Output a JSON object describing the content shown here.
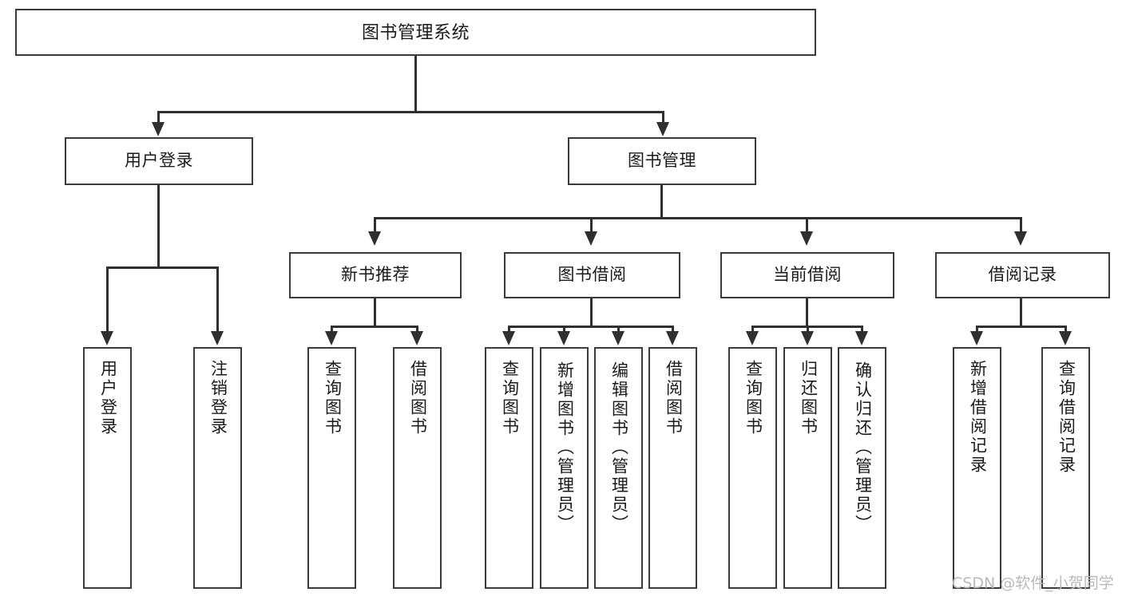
{
  "diagram": {
    "title": "图书管理系统",
    "type": "tree",
    "root": {
      "id": "root",
      "label": "图书管理系统"
    },
    "level1": [
      {
        "id": "user-login",
        "label": "用户登录"
      },
      {
        "id": "book-manage",
        "label": "图书管理"
      }
    ],
    "level2": [
      {
        "id": "new-book-recommend",
        "label": "新书推荐",
        "parent": "book-manage"
      },
      {
        "id": "book-borrow",
        "label": "图书借阅",
        "parent": "book-manage"
      },
      {
        "id": "current-borrow",
        "label": "当前借阅",
        "parent": "book-manage"
      },
      {
        "id": "borrow-record",
        "label": "借阅记录",
        "parent": "book-manage"
      }
    ],
    "leaves": {
      "user_login": [
        {
          "id": "leaf-user-login",
          "label": "用户登录"
        },
        {
          "id": "leaf-user-logout",
          "label": "注销登录"
        }
      ],
      "new_book_recommend": [
        {
          "id": "leaf-query-book-1",
          "label": "查询图书"
        },
        {
          "id": "leaf-borrow-book-1",
          "label": "借阅图书"
        }
      ],
      "book_borrow": [
        {
          "id": "leaf-query-book-2",
          "label": "查询图书"
        },
        {
          "id": "leaf-add-book",
          "label": "新增图书（管理员）"
        },
        {
          "id": "leaf-edit-book",
          "label": "编辑图书（管理员）"
        },
        {
          "id": "leaf-borrow-book-2",
          "label": "借阅图书"
        }
      ],
      "current_borrow": [
        {
          "id": "leaf-query-book-3",
          "label": "查询图书"
        },
        {
          "id": "leaf-return-book",
          "label": "归还图书"
        },
        {
          "id": "leaf-confirm-return",
          "label": "确认归还（管理员）"
        }
      ],
      "borrow_record": [
        {
          "id": "leaf-add-record",
          "label": "新增借阅记录"
        },
        {
          "id": "leaf-query-record",
          "label": "查询借阅记录"
        }
      ]
    }
  },
  "watermark": {
    "text": "CSDN @软件_小贺同学"
  },
  "colors": {
    "border": "#3a3a3a",
    "connector": "#2f2f2f",
    "background": "#ffffff",
    "text": "#1a1a1a",
    "watermark": "#b9b9b9"
  }
}
